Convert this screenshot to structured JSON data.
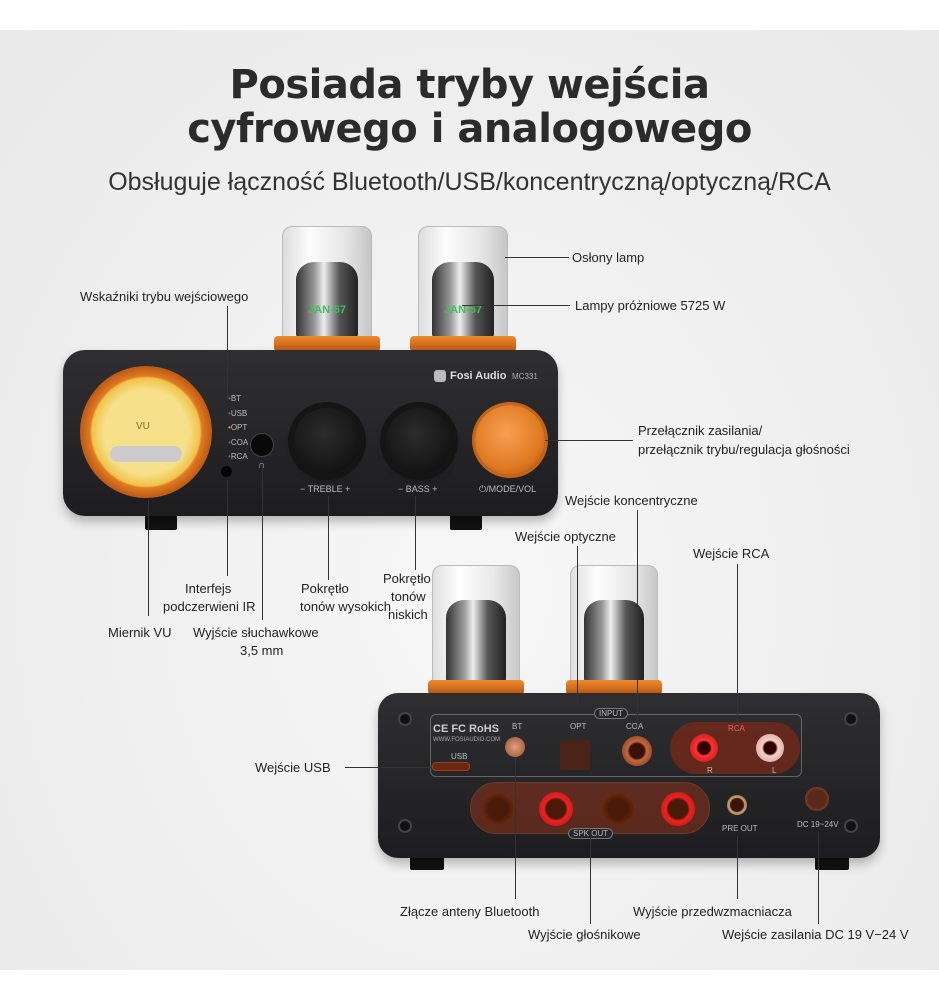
{
  "title_line1": "Posiada tryby wejścia",
  "title_line2": "cyfrowego i analogowego",
  "subtitle": "Obsługuje łączność Bluetooth/USB/koncentryczną/optyczną/RCA",
  "front": {
    "brand": "Fosi Audio",
    "model": "MC331",
    "leds": [
      "BT",
      "USB",
      "OPT",
      "COA",
      "RCA"
    ],
    "vu": "VU",
    "treble": "− TREBLE +",
    "bass": "− BASS +",
    "mode": "⏻/MODE/VOL",
    "tube_text": "JAN-57"
  },
  "rear": {
    "certs": "CE FC RoHS",
    "url": "WWW.FOSIAUDIO.COM",
    "input": "INPUT",
    "bt": "BT",
    "opt": "OPT",
    "coa": "COA",
    "rca": "RCA",
    "r": "R",
    "l": "L",
    "usb": "USB",
    "spk_out": "SPK OUT",
    "pre_out": "PRE OUT",
    "dc": "DC 19~24V"
  },
  "callouts": {
    "tube_covers": "Osłony lamp",
    "tubes": "Lampy próżniowe 5725 W",
    "mode_indicators": "Wskaźniki trybu wejściowego",
    "power_line1": "Przełącznik zasilania/",
    "power_line2": "przełącznik trybu/regulacja głośności",
    "vu_meter": "Miernik VU",
    "ir_line1": "Interfejs",
    "ir_line2": "podczerwieni IR",
    "headphone_line1": "Wyjście słuchawkowe",
    "headphone_line2": "3,5 mm",
    "treble_line1": "Pokrętło",
    "treble_line2": "tonów wysokich",
    "bass_line1": "Pokrętło",
    "bass_line2": "tonów",
    "bass_line3": "niskich",
    "coaxial": "Wejście koncentryczne",
    "optical": "Wejście optyczne",
    "rca": "Wejście RCA",
    "usb": "Wejście USB",
    "bt_antenna": "Złącze anteny Bluetooth",
    "speaker_out": "Wyjście głośnikowe",
    "preamp_out": "Wyjście przedwzmacniacza",
    "dc_in": "Wejście zasilania DC 19 V−24 V"
  }
}
